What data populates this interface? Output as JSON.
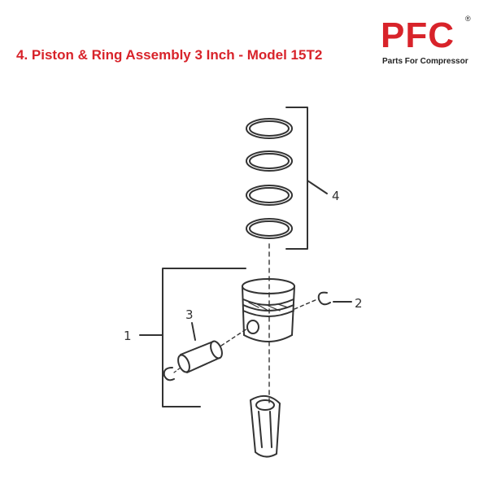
{
  "header": {
    "title": "4. Piston & Ring Assembly 3 Inch - Model 15T2",
    "title_color": "#d8232a"
  },
  "logo": {
    "letters": "PFC",
    "registered_mark": "®",
    "tagline": "Parts For Compressor",
    "brand_color": "#d8232a"
  },
  "diagram": {
    "callouts": {
      "piston_assembly": "1",
      "circlip": "2",
      "piston_pin": "3",
      "piston_rings": "4"
    },
    "ring_count": 4
  }
}
